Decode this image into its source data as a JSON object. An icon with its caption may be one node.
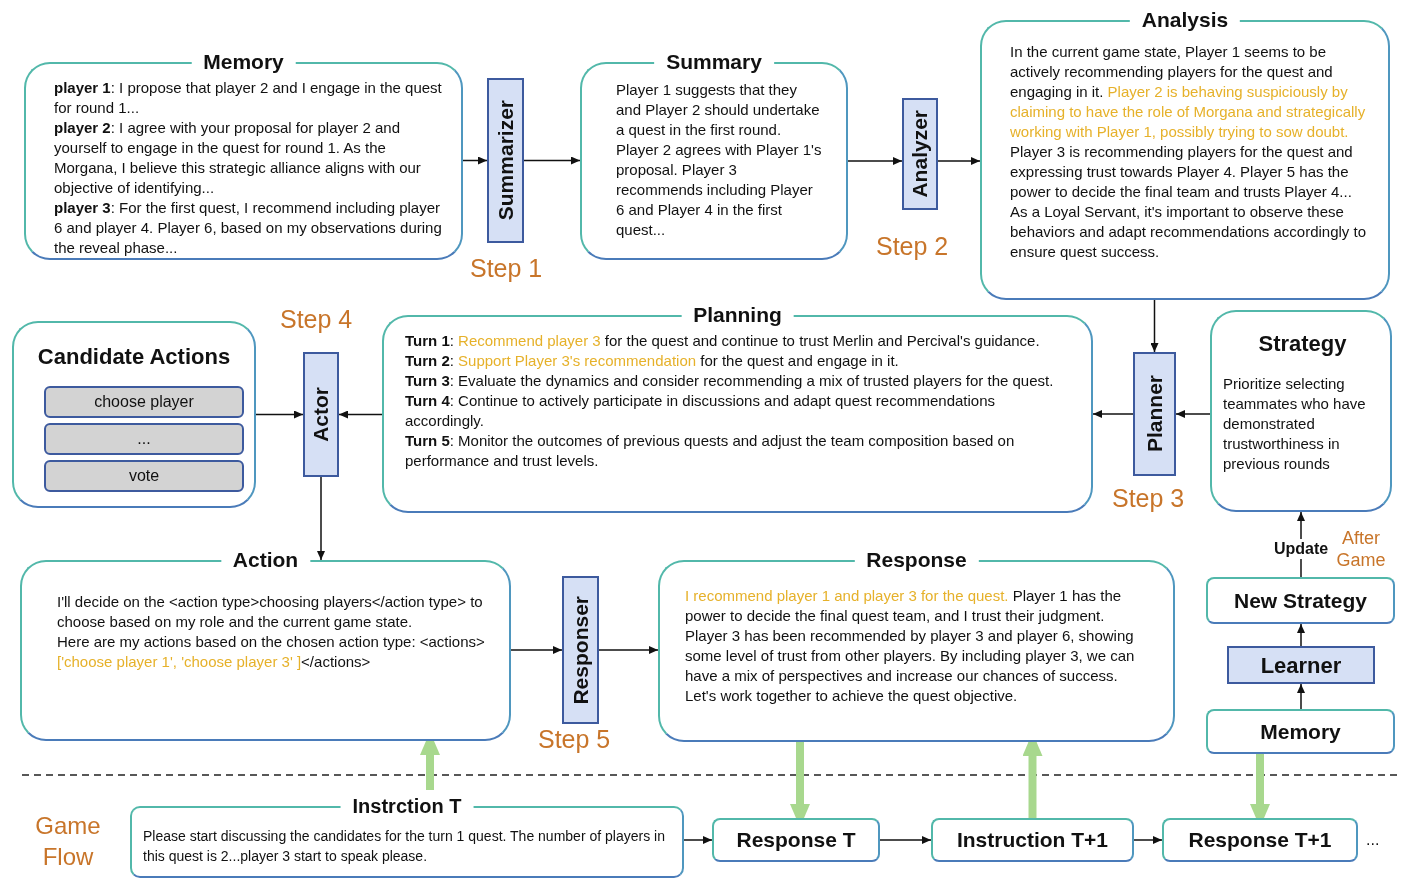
{
  "diagram": {
    "nodes": [
      {
        "text": [
          "Memory",
          "**player 1**: I propose that player 2 and I engage in the quest for round 1...",
          "**player 2**: I agree with your proposal for player 2 and yourself to engage in the quest for round 1. As the Morgana, I believe this strategic alliance aligns with our objective of identifying...",
          "**player 3**: For the first quest, I recommend including player 6 and player 4. Player 6, based on my observations during the reveal phase..."
        ]
      },
      {
        "text": [
          "Summarizer"
        ],
        "beside": [
          "Step 1"
        ]
      },
      {
        "text": [
          "Summary",
          "Player 1 suggests that they and Player 2 should undertake a quest in the first round. Player 2 agrees with Player 1's proposal. Player 3 recommends including Player 6 and Player 4 in the first quest..."
        ]
      },
      {
        "text": [
          "Analyzer"
        ],
        "beside": [
          "Step 2"
        ]
      },
      {
        "text": [
          "Analysis",
          "In the current game state, Player 1 seems to be actively recommending players for the quest and engaging in it. *Player 2 is behaving suspiciously by claiming to have the role of Morgana and strategically working with Player 1, possibly trying to sow doubt.* Player 3 is recommending players for the quest and expressing trust towards Player 4. Player 5 has the power to decide the final team and trusts Player 4... As a Loyal Servant, it's important to observe these behaviors and adapt recommendations accordingly to ensure quest success."
        ]
      },
      {
        "text": [
          "Candidate Actions"
        ]
      },
      {
        "text": [
          "choose player"
        ],
        "in": 5
      },
      {
        "text": [
          "..."
        ],
        "in": 5
      },
      {
        "text": [
          "vote"
        ],
        "in": 5
      },
      {
        "text": [
          "Actor"
        ],
        "beside": [
          "Step 4"
        ]
      },
      {
        "text": [
          "Planning",
          "**Turn 1**: *Recommend player 3* for the quest and continue to trust Merlin and Percival's guidance.",
          "**Turn 2**: *Support Player 3's recommendation* for the quest and engage in it.",
          "**Turn 3**: Evaluate the dynamics and consider recommending a mix of trusted players for the quest.",
          "**Turn 4**: Continue to actively participate in discussions and adapt quest recommendations accordingly.",
          "**Turn 5**: Monitor the outcomes of previous quests and adjust the team composition based on performance and trust levels."
        ]
      },
      {
        "text": [
          "Planner"
        ],
        "beside": [
          "Step 3"
        ]
      },
      {
        "text": [
          "Strategy",
          "Prioritize selecting teammates who have demonstrated trustworthiness in previous rounds"
        ]
      },
      {
        "text": [
          "Action",
          "I'll decide on the <action type>choosing players</action type> to choose based on my role and the current game state.",
          "Here are my actions based on the chosen action type: <actions>*['choose player 1', 'choose player 3' ]*</actions>"
        ]
      },
      {
        "text": [
          "Responser"
        ],
        "beside": [
          "Step 5"
        ]
      },
      {
        "text": [
          "Response",
          "*I recommend player 1 and player 3 for the quest.* Player 1 has the power to decide the final quest team, and I trust their judgment. Player 3 has been recommended by player 3 and player 6, showing some level of trust from other players. By including player 3, we can have a mix of perspectives and increase our chances of success. Let's work together to achieve the quest objective."
        ]
      },
      {
        "text": [
          "New Strategy"
        ]
      },
      {
        "text": [
          "Learner"
        ]
      },
      {
        "text": [
          "Memory"
        ]
      },
      {
        "text": [
          "Instrction T",
          "Please start discussing the candidates for the turn 1 quest. The number of players in this quest is 2...player 3 start to speak please."
        ]
      },
      {
        "text": [
          "Response T"
        ]
      },
      {
        "text": [
          "Instruction T+1"
        ]
      },
      {
        "text": [
          "Response T+1"
        ],
        "beside": [
          "..."
        ]
      }
    ],
    "edges": [
      {
        "from": 0,
        "to": 1,
        "arrow": "to"
      },
      {
        "from": 1,
        "to": 2,
        "arrow": "to"
      },
      {
        "from": 2,
        "to": 3,
        "arrow": "to"
      },
      {
        "from": 3,
        "to": 4,
        "arrow": "to"
      },
      {
        "from": 4,
        "to": 11,
        "arrow": "to"
      },
      {
        "from": 12,
        "to": 11,
        "arrow": "to"
      },
      {
        "from": 11,
        "to": 10,
        "arrow": "to"
      },
      {
        "from": 10,
        "to": 9,
        "arrow": "to"
      },
      {
        "from": 5,
        "to": 9,
        "arrow": "to"
      },
      {
        "from": 9,
        "to": 13,
        "arrow": "to"
      },
      {
        "from": 13,
        "to": 14,
        "arrow": "to"
      },
      {
        "from": 14,
        "to": 15,
        "arrow": "to"
      },
      {
        "from": 18,
        "to": 17,
        "arrow": "to"
      },
      {
        "from": 17,
        "to": 16,
        "arrow": "to"
      },
      {
        "from": 16,
        "to": 12,
        "arrow": "to",
        "label": "Update"
      },
      {
        "from": 19,
        "to": 20,
        "arrow": "to"
      },
      {
        "from": 20,
        "to": 21,
        "arrow": "to"
      },
      {
        "from": 21,
        "to": 22,
        "arrow": "to"
      },
      {
        "from": 19,
        "to": 13,
        "arrow": "to",
        "style": "thick",
        "color": "#a8d88e"
      },
      {
        "from": 15,
        "to": 20,
        "arrow": "to",
        "style": "thick",
        "color": "#a8d88e"
      },
      {
        "from": 21,
        "to": 15,
        "arrow": "to",
        "style": "thick",
        "color": "#a8d88e"
      },
      {
        "from": 18,
        "to": 22,
        "arrow": "to",
        "style": "thick",
        "color": "#a8d88e"
      }
    ],
    "labels": [
      "After Game",
      "Game Flow"
    ]
  }
}
